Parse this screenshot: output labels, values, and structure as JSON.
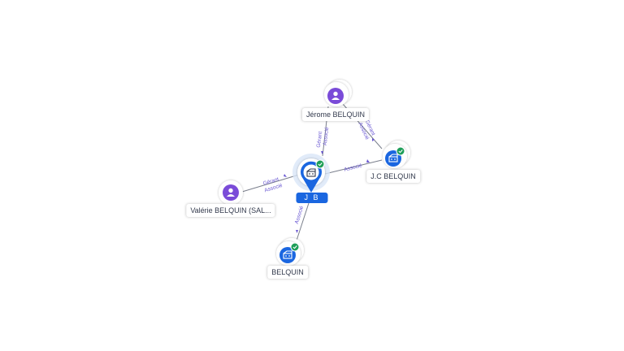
{
  "graph": {
    "center": {
      "label": "J B",
      "icon": "building-icon",
      "verified": true,
      "color": "#1a66e0"
    },
    "nodes": [
      {
        "id": "jerome",
        "label": "Jérome BELQUIN",
        "kind": "person",
        "icon": "person-icon",
        "color": "#7a4bd8"
      },
      {
        "id": "valerie",
        "label": "Valérie BELQUIN (SAL...",
        "kind": "person",
        "icon": "person-icon",
        "color": "#7a4bd8"
      },
      {
        "id": "jc",
        "label": "J.C BELQUIN",
        "kind": "company",
        "icon": "building-icon",
        "verified": true,
        "color": "#1a66e0"
      },
      {
        "id": "belquin",
        "label": "BELQUIN",
        "kind": "company",
        "icon": "building-icon",
        "verified": true,
        "color": "#1a66e0"
      }
    ],
    "edges": [
      {
        "from": "jerome",
        "to": "center",
        "labels": [
          "Gérant",
          "Associé"
        ]
      },
      {
        "from": "valerie",
        "to": "center",
        "labels": [
          "Gérant",
          "Associé"
        ]
      },
      {
        "from": "center",
        "to": "jc",
        "labels": [
          "Associé"
        ]
      },
      {
        "from": "center",
        "to": "belquin",
        "labels": [
          "Associé"
        ]
      },
      {
        "from": "jerome",
        "to": "jc",
        "labels": [
          "Gérant",
          "Associé"
        ]
      }
    ]
  }
}
